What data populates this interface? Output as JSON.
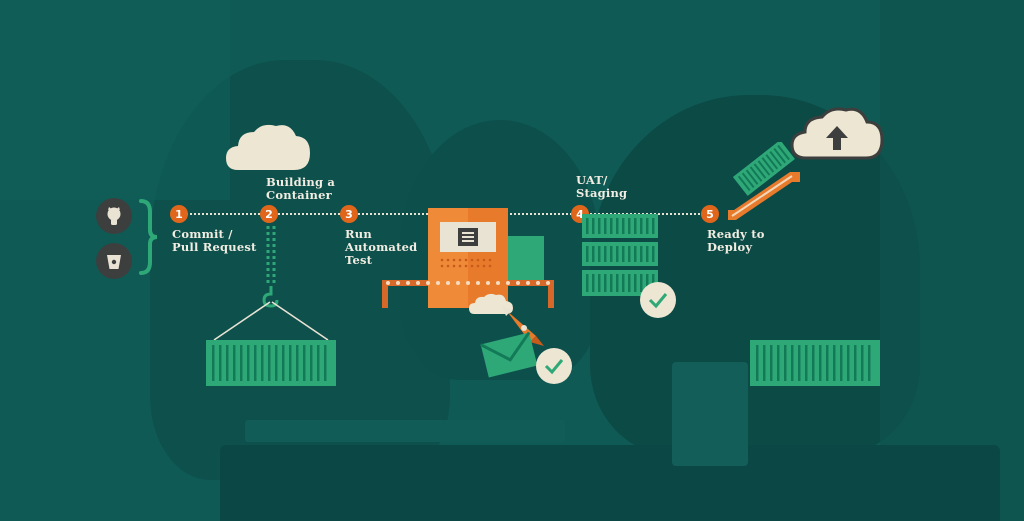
{
  "pipeline": {
    "steps": [
      {
        "number": "1",
        "label": "Commit /\nPull Request"
      },
      {
        "number": "2",
        "label": "Building a\nContainer"
      },
      {
        "number": "3",
        "label": "Run\nAutomated\nTest"
      },
      {
        "number": "4",
        "label": "UAT/\nStaging"
      },
      {
        "number": "5",
        "label": "Ready to\nDeploy"
      }
    ]
  },
  "icons": {
    "source_a": "github-octocat-icon",
    "source_b": "bitbucket-bucket-icon",
    "cloud_build": "cloud-icon",
    "cloud_deploy": "cloud-upload-icon",
    "test_machine": "test-machine-icon",
    "notification": "email-icon",
    "rocket": "rocket-icon",
    "check": "checkmark-icon",
    "escalator": "escalator-icon"
  },
  "colors": {
    "background": "#0f5a55",
    "accent_orange": "#e0661c",
    "container_green": "#2fa878",
    "cloud_cream": "#ece6d2",
    "text_cream": "#f2ede2"
  }
}
